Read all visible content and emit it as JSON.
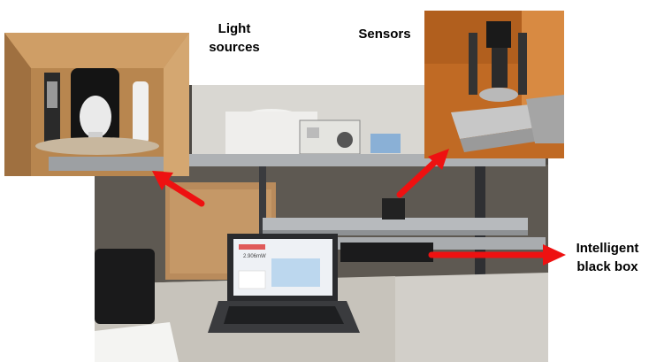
{
  "labels": {
    "light_sources_line1": "Light",
    "light_sources_line2": "sources",
    "sensors": "Sensors",
    "black_box_line1": "Intelligent",
    "black_box_line2": "black box"
  },
  "laptop_screen": {
    "reading": "2.906mW"
  },
  "colors": {
    "arrow": "#ee1111",
    "wood": "#c9935a",
    "wall": "#6a645c",
    "rail": "#b5b8bb"
  }
}
